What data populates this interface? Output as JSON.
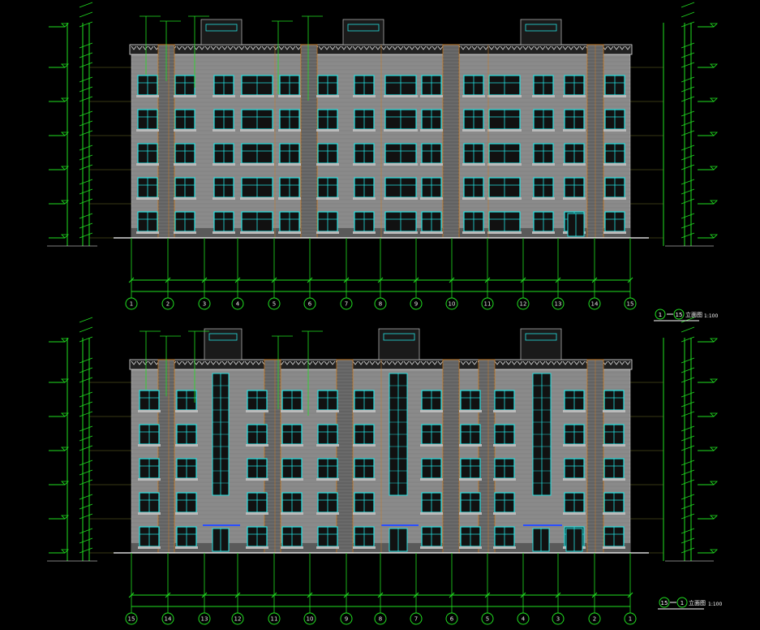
{
  "colors": {
    "background": "#000000",
    "wall": "#8a8a8a",
    "wall_dark": "#5a5a5a",
    "pier": "#6a6a6a",
    "window_frame": "#25e0e0",
    "window_glass": "#111111",
    "dimension_line": "#21e021",
    "grid_line": "#21e021",
    "axis_bubble": "#21e021",
    "orange_line": "#d07a1a",
    "level_line": "#8a8a30",
    "eave": "#e6e6e6",
    "text": "#ffffff"
  },
  "elevations": [
    {
      "name": "front-elevation",
      "axis_labels": [
        "1",
        "2",
        "3",
        "4",
        "5",
        "6",
        "7",
        "8",
        "9",
        "10",
        "11",
        "12",
        "13",
        "14",
        "15"
      ],
      "title_left": "1",
      "title_right": "15",
      "title_suffix": "立面图",
      "scale": "1:100"
    },
    {
      "name": "rear-elevation",
      "axis_labels": [
        "15",
        "14",
        "13",
        "12",
        "11",
        "10",
        "9",
        "8",
        "7",
        "6",
        "5",
        "4",
        "3",
        "2",
        "1"
      ],
      "title_left": "15",
      "title_right": "1",
      "title_suffix": "立面图",
      "scale": "1:100"
    }
  ]
}
